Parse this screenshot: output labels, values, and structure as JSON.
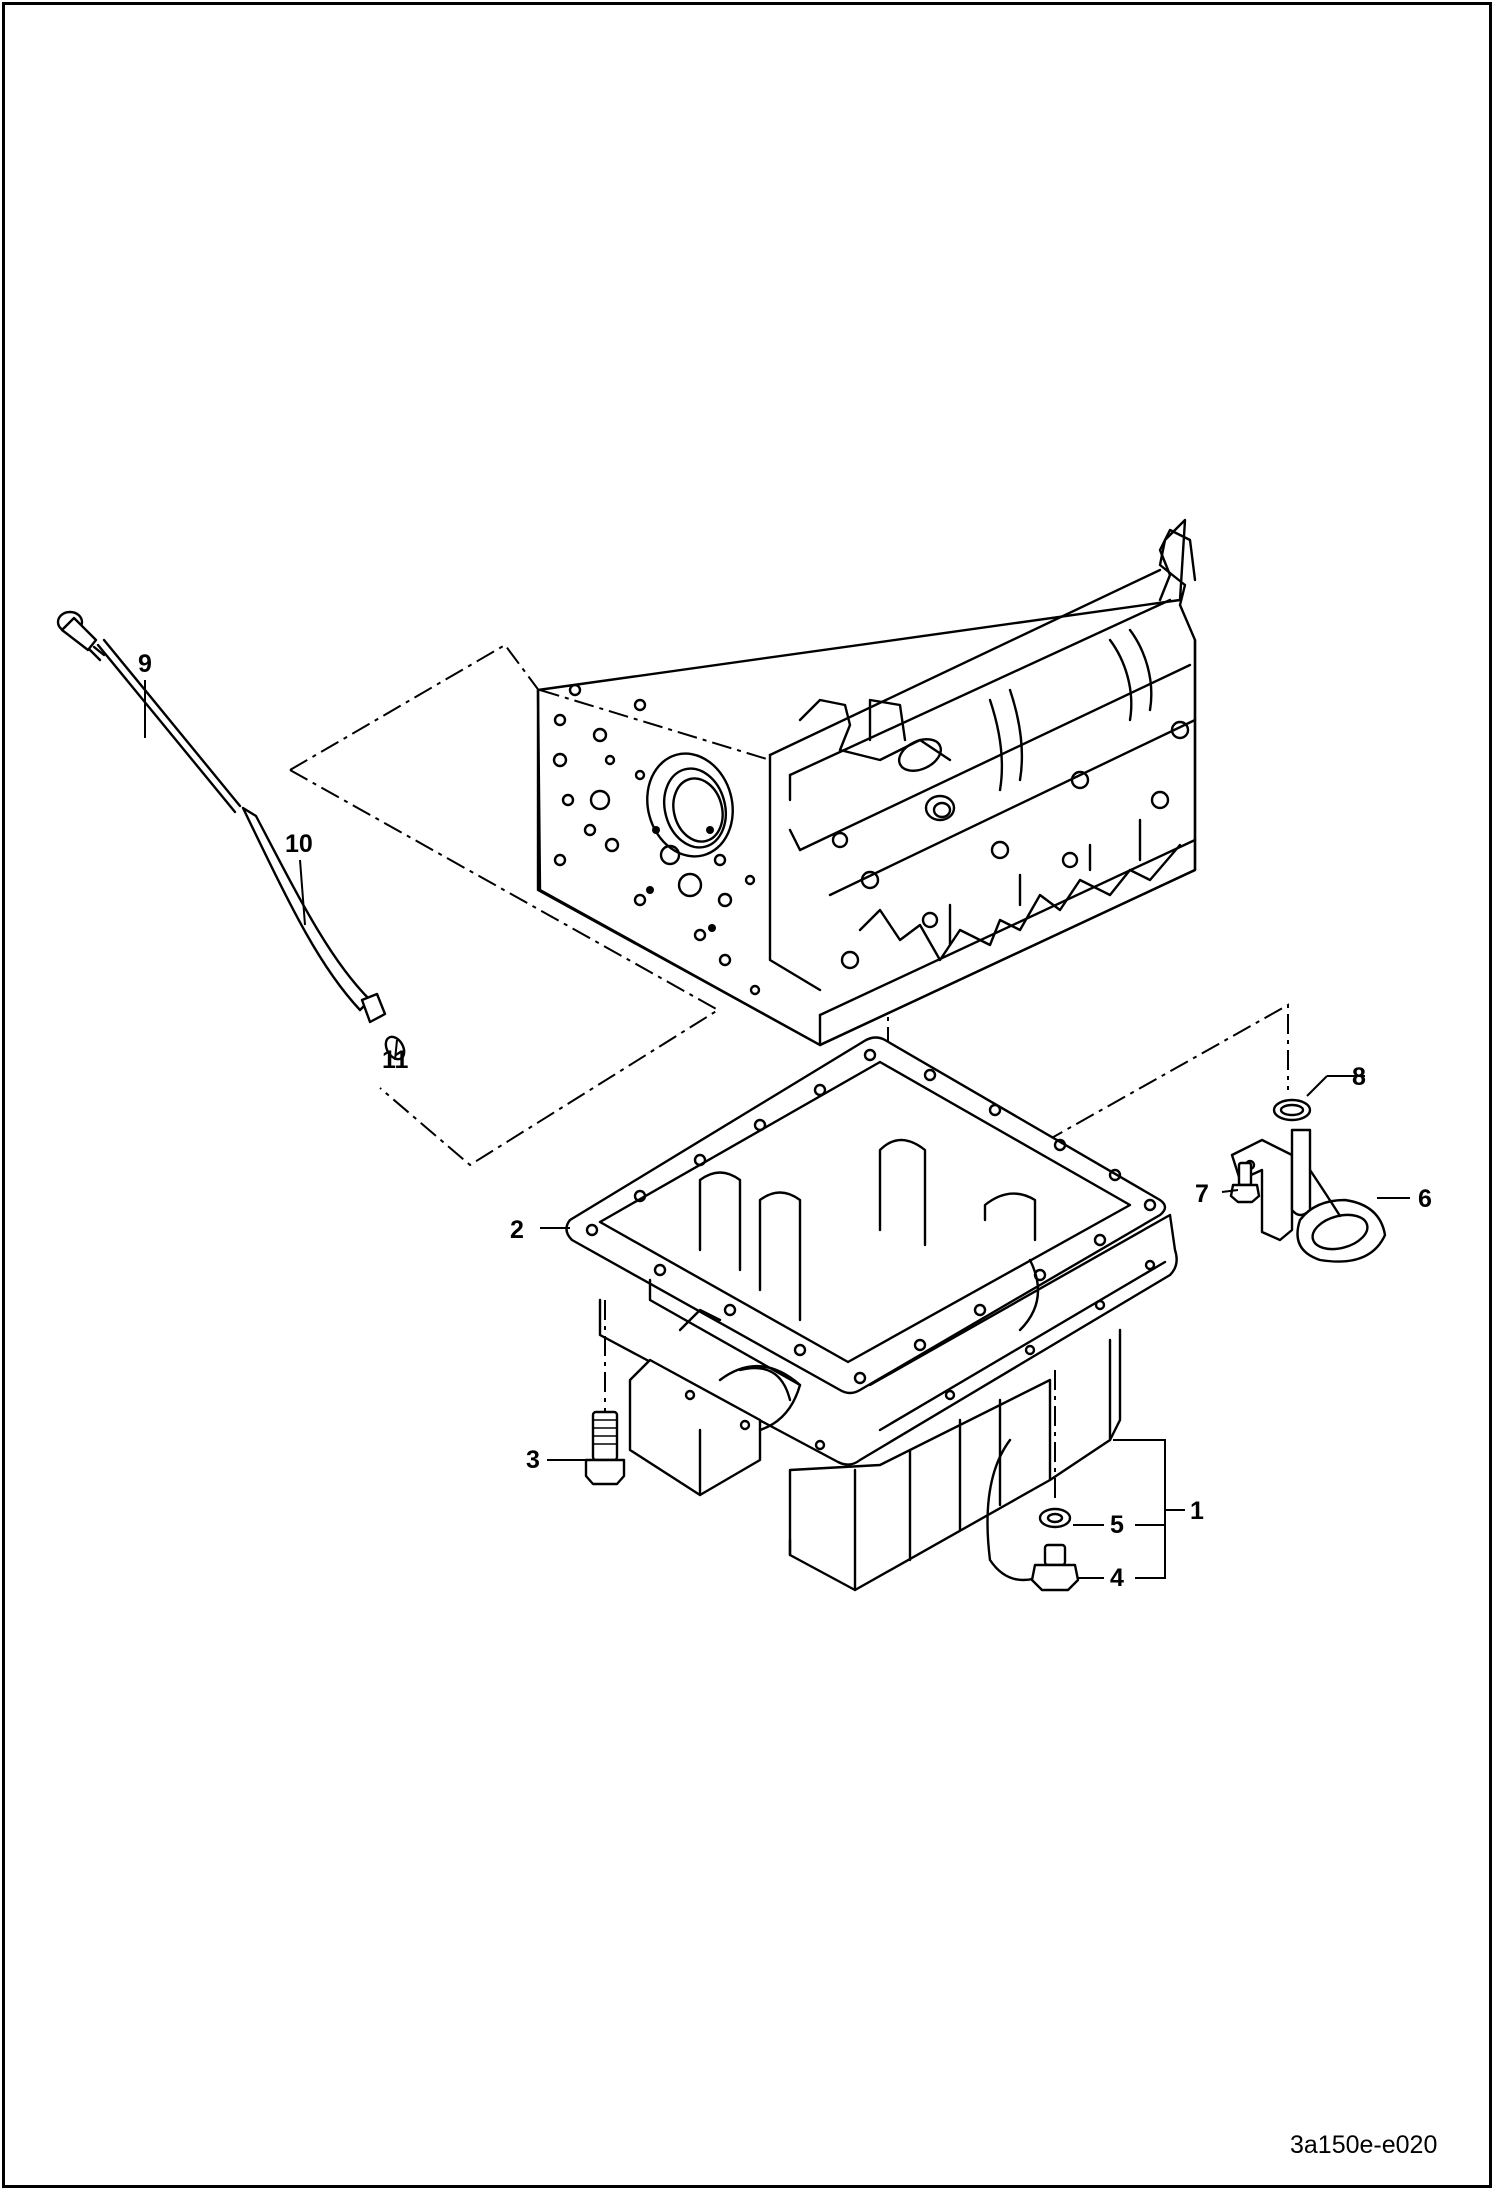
{
  "figure": {
    "code": "3a150e-e020",
    "callouts": [
      {
        "id": "1",
        "label": "1",
        "part": "oil-pan"
      },
      {
        "id": "2",
        "label": "2",
        "part": "oil-pan-gasket"
      },
      {
        "id": "3",
        "label": "3",
        "part": "pan-bolt"
      },
      {
        "id": "4",
        "label": "4",
        "part": "drain-plug"
      },
      {
        "id": "5",
        "label": "5",
        "part": "drain-plug-washer"
      },
      {
        "id": "6",
        "label": "6",
        "part": "oil-strainer"
      },
      {
        "id": "7",
        "label": "7",
        "part": "strainer-bolt"
      },
      {
        "id": "8",
        "label": "8",
        "part": "o-ring"
      },
      {
        "id": "9",
        "label": "9",
        "part": "dipstick"
      },
      {
        "id": "10",
        "label": "10",
        "part": "dipstick-guide-tube"
      },
      {
        "id": "11",
        "label": "11",
        "part": "dipstick-o-ring"
      }
    ]
  },
  "colors": {
    "line": "#000000",
    "background": "#ffffff"
  }
}
